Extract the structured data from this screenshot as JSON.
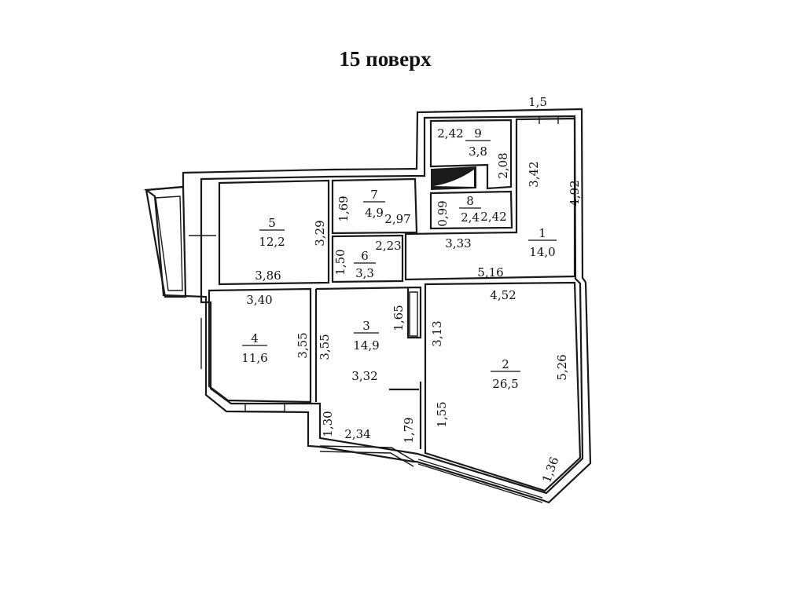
{
  "title": "15 поверх",
  "rooms": [
    {
      "id": "1",
      "area": "14,0"
    },
    {
      "id": "2",
      "area": "26,5"
    },
    {
      "id": "3",
      "area": "14,9"
    },
    {
      "id": "4",
      "area": "11,6"
    },
    {
      "id": "5",
      "area": "12,2"
    },
    {
      "id": "6",
      "area": "3,3"
    },
    {
      "id": "7",
      "area": "4,9"
    },
    {
      "id": "8",
      "area": "2,4"
    },
    {
      "id": "9",
      "area": "3,8"
    }
  ],
  "dimensions": {
    "d_1_5": "1,5",
    "d_2_42_top": "2,42",
    "d_2_08": "2,08",
    "d_3_42": "3,42",
    "d_4_92": "4,92",
    "d_1_69": "1,69",
    "d_2_97": "2,97",
    "d_0_99": "0,99",
    "d_2_42_mid": "2,42",
    "d_3_29": "3,29",
    "d_2_23": "2,23",
    "d_3_33": "3,33",
    "d_1_50": "1,50",
    "d_3_86": "3,86",
    "d_5_16": "5,16",
    "d_3_40": "3,40",
    "d_4_52": "4,52",
    "d_1_65": "1,65",
    "d_3_13": "3,13",
    "d_3_55_left": "3,55",
    "d_3_55_right": "3,55",
    "d_5_26": "5,26",
    "d_3_32": "3,32",
    "d_1_55": "1,55",
    "d_1_30": "1,30",
    "d_2_34": "2,34",
    "d_1_79": "1,79",
    "d_1_36": "1,36"
  }
}
